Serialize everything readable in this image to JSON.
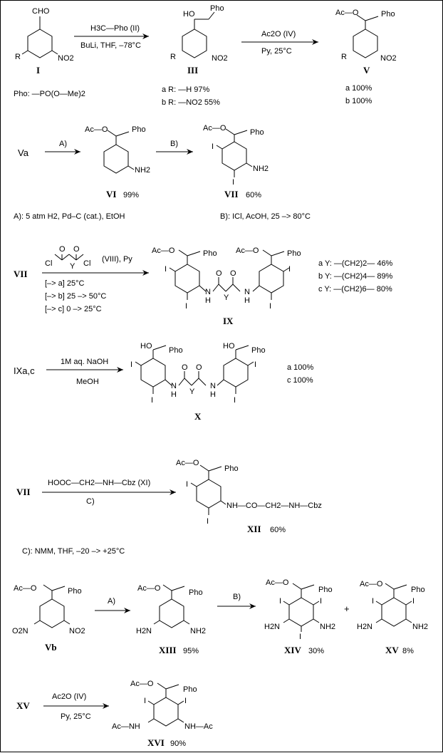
{
  "labels": {
    "cho": "CHO",
    "r": "R",
    "no2": "NO2",
    "ho": "HO",
    "pho": "Pho",
    "aco": "Ac—O",
    "i": "I",
    "nh2": "NH2",
    "h2n": "H2N",
    "o": "O",
    "n": "N",
    "h": "H",
    "y": "Y",
    "o2n": "O2N",
    "acnh": "Ac—NH",
    "nhac": "NH—Ac",
    "cl": "Cl",
    "plus": "+"
  },
  "compounds": {
    "I": "I",
    "III": "III",
    "V": "V",
    "VI": "VI",
    "VII": "VII",
    "IX": "IX",
    "X": "X",
    "XII": "XII",
    "XIII": "XIII",
    "XIV": "XIV",
    "XV": "XV",
    "XVI": "XVI",
    "Va": "Va",
    "Vb": "Vb",
    "IXac": "IXa,c"
  },
  "yields": {
    "VI": "99%",
    "VII": "60%",
    "XII": "60%",
    "XIII": "95%",
    "XIV": "30%",
    "XV": "8%",
    "XVI": "90%"
  },
  "row1": {
    "reagent_top": "H3C—Pho  (II)",
    "reagent_bottom": "BuLi, THF, –78°C",
    "reagent2_top": "Ac2O  (IV)",
    "reagent2_bottom": "Py, 25°C",
    "pho_def": "Pho: —PO(O—Me)2",
    "iii_a": "a R: —H      97%",
    "iii_b": "b R: —NO2   55%",
    "v_a": "a 100%",
    "v_b": "b 100%"
  },
  "row2": {
    "arrow_a": "A)",
    "arrow_b": "B)",
    "note_a": "A): 5 atm H2, Pd–C (cat.), EtOH",
    "note_b": "B): ICl, AcOH,   25 –> 80°C"
  },
  "row3": {
    "reagent_viii": "(VIII), Py",
    "cond_a": "[–> a] 25°C",
    "cond_b": "[–> b] 25 –> 50°C",
    "cond_c": "[–> c] 0 –> 25°C",
    "y_a": "a Y: —(CH2)2—   46%",
    "y_b": "b Y: —(CH2)4—   89%",
    "y_c": "c Y: —(CH2)6—   80%"
  },
  "row4": {
    "reagent_top": "1M aq. NaOH",
    "reagent_bottom": "MeOH",
    "x_a": "a 100%",
    "x_c": "c 100%"
  },
  "row5": {
    "reagent_top": "HOOC—CH2—NH—Cbz   (XI)",
    "reagent_bottom": "C)",
    "chain": "NH—CO—CH2—NH—Cbz",
    "note_c": "C): NMM, THF, –20 –> +25°C"
  },
  "row6": {
    "arrow_a": "A)",
    "arrow_b": "B)"
  },
  "row7": {
    "reagent_top": "Ac2O   (IV)",
    "reagent_bottom": "Py, 25°C"
  }
}
